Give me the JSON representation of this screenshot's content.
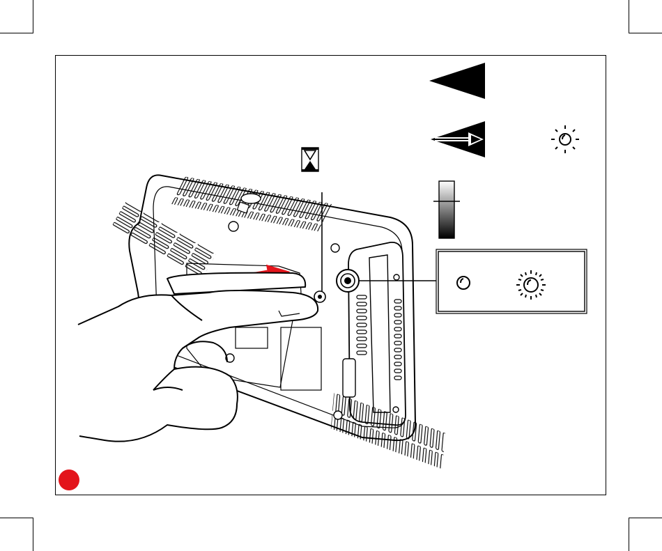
{
  "figure": {
    "step_marker_color": "#e3141b",
    "arrow_color": "#e3141b",
    "icons": [
      "hourglass-icon",
      "direction-left-icon",
      "direction-right-icon",
      "sun-small-icon",
      "brightness-gradient-icon",
      "led-off-icon",
      "led-on-icon",
      "camera-device-back",
      "hand-pressing-button",
      "rotary-knob",
      "insert-arrow"
    ]
  }
}
